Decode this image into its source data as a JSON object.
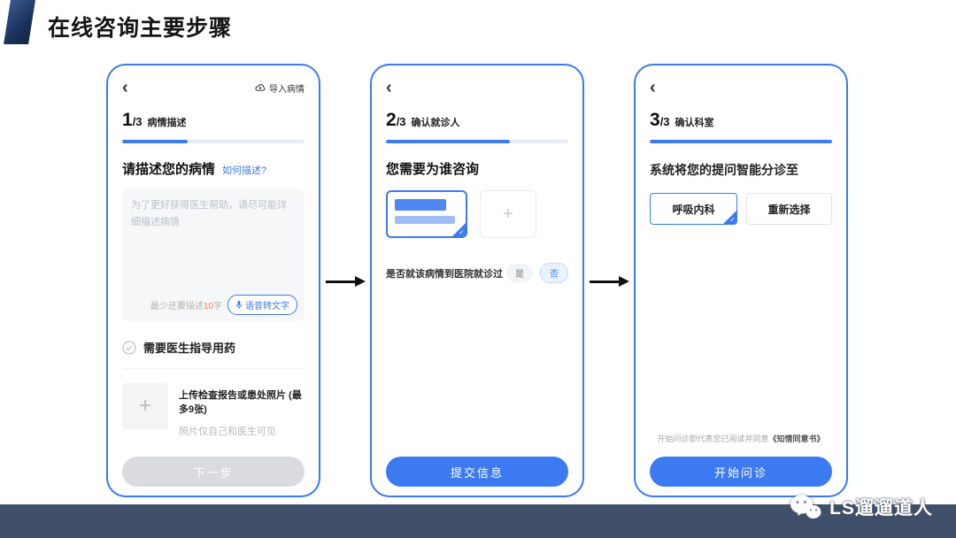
{
  "slide": {
    "title": "在线咨询主要步骤",
    "watermark_text": "LS遛遛道人"
  },
  "icons": {
    "back": "‹",
    "plus": "+",
    "check": "✓"
  },
  "colors": {
    "primary_blue": "#3b7af0",
    "bottom_bar": "#41506a",
    "disabled_gray": "#d9dbdf",
    "warning_orange": "#ff7e3e"
  },
  "phones": [
    {
      "import_label": "导入病情",
      "step_number": "1",
      "step_total": "/3",
      "step_label": "病情描述",
      "progress_pct": 36,
      "section_title": "请描述您的病情",
      "how_to_link": "如何描述?",
      "textarea_placeholder": "为了更好获得医生帮助，请尽可能详细描述病情",
      "min_text_prefix": "最少还要描述",
      "min_count": "10",
      "min_text_suffix": "字",
      "voice_button": "语音转文字",
      "medication_label": "需要医生指导用药",
      "upload_title": "上传检查报告或患处照片 (最多9张)",
      "upload_note": "照片仅自己和医生可见",
      "primary_button": "下一步"
    },
    {
      "step_number": "2",
      "step_total": "/3",
      "step_label": "确认就诊人",
      "progress_pct": 68,
      "section_title": "您需要为谁咨询",
      "hospital_question": "是否就该病情到医院就诊过",
      "option_yes": "是",
      "option_no": "否",
      "primary_button": "提交信息"
    },
    {
      "step_number": "3",
      "step_total": "/3",
      "step_label": "确认科室",
      "section_title": "系统将您的提问智能分诊至",
      "department_button": "呼吸内科",
      "reselect_button": "重新选择",
      "agreement_prefix": "开始问诊即代表您已阅读并同意",
      "agreement_link": "《知情同意书》",
      "primary_button": "开始问诊"
    }
  ]
}
